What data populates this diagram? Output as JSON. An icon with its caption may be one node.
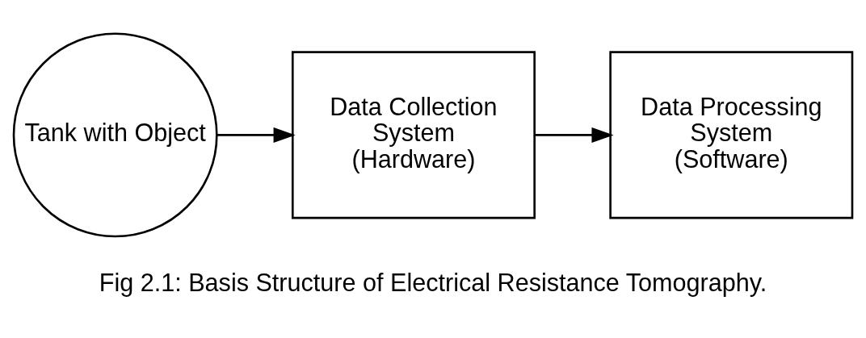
{
  "diagram": {
    "caption": "Fig 2.1: Basis Structure of Electrical Resistance Tomography.",
    "nodes": [
      {
        "text": [
          "Tank with Object"
        ]
      },
      {
        "text": [
          "Data Collection System (Hardware)"
        ]
      },
      {
        "text": [
          "Data Processing System (Software)"
        ]
      }
    ],
    "edges": [
      {
        "from": 0,
        "to": 1,
        "arrow": "to"
      },
      {
        "from": 1,
        "to": 2,
        "arrow": "to"
      }
    ]
  }
}
